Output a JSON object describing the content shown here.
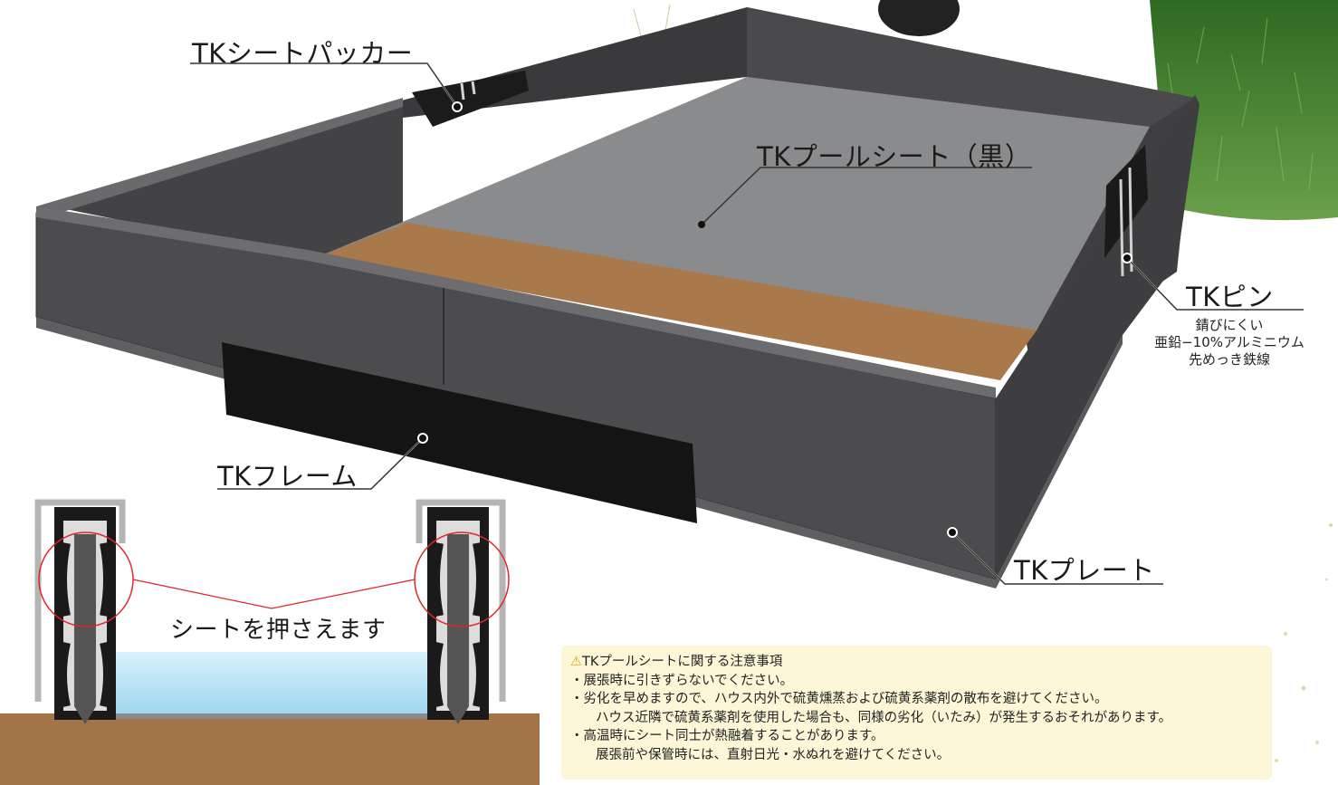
{
  "labels": {
    "packer": "TKシートパッカー",
    "pool_sheet": "TKプールシート（黒）",
    "pin": "TKピン",
    "frame": "TKフレーム",
    "plate": "TKプレート",
    "press": "シートを押さえます"
  },
  "pin_description": [
    "錆びにくい",
    "亜鉛−10%アルミニウム",
    "先めっき鉄線"
  ],
  "notice": {
    "title": "TKプールシートに関する注意事項",
    "items": [
      "・展張時に引きずらないでください。",
      "・劣化を早めますので、ハウス内外で硫黄燻蒸および硫黄系薬剤の散布を避けてください。",
      "ハウス近隣で硫黄系薬剤を使用した場合も、同様の劣化（いたみ）が発生するおそれがあります。",
      "・高温時にシート同士が熱融着することがあります。",
      "展張前や保管時には、直射日光・水ぬれを避けてください。"
    ]
  },
  "colors": {
    "frame_wall": "#4a4a4c",
    "sheet_floor": "#8a8b8d",
    "soil_strip": "#a9784b",
    "ground": "#a47449",
    "water": "#bfe6f6",
    "grass": "#3f7a2c",
    "callout_circle": "#e0262a",
    "notice_bg": "#fdf7d8"
  },
  "icons": [
    "warning-icon"
  ]
}
